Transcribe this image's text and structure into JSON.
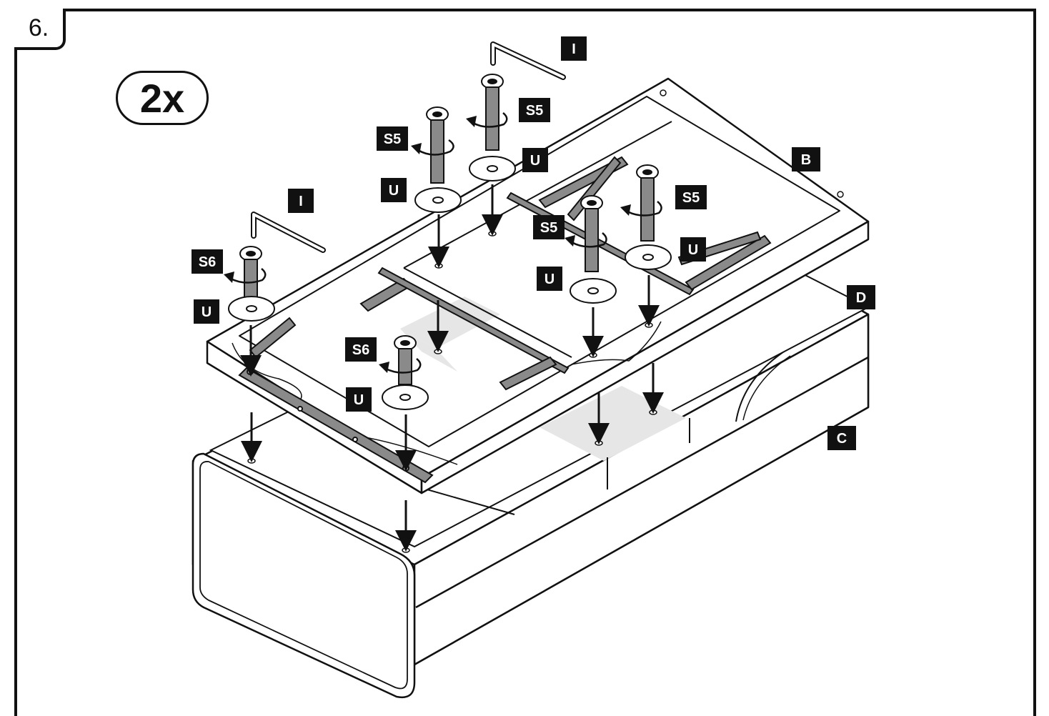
{
  "step": {
    "number": "6."
  },
  "quantity": {
    "text": "2x"
  },
  "part_labels": {
    "B": "B",
    "C": "C",
    "D": "D",
    "I_top": "I",
    "I_left": "I",
    "S5_a": "S5",
    "S5_b": "S5",
    "S5_c": "S5",
    "S5_d": "S5",
    "S6_left": "S6",
    "S6_mid": "S6",
    "U_a": "U",
    "U_b": "U",
    "U_c": "U",
    "U_d": "U",
    "U_e": "U",
    "U_f": "U"
  },
  "colors": {
    "ink": "#111111",
    "shade": "#e6e6e6",
    "rail": "#8a8a8a",
    "label_bg": "#111111"
  }
}
